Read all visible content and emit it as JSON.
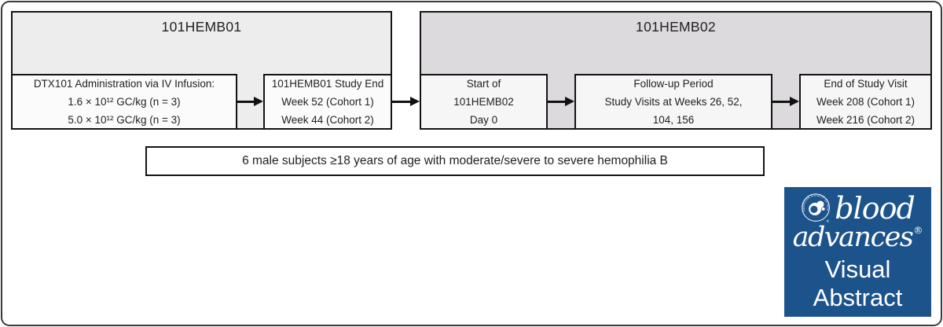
{
  "colors": {
    "frame_border": "#3a3a3a",
    "box_border": "#141414",
    "study1_fill": "#eeedee",
    "study2_fill": "#dcdadc",
    "node_fill_left": "#fbfbfb",
    "node_fill_right": "#f7f6f7",
    "population_fill": "#ffffff",
    "logo_blue": "#1d538b",
    "logo_text": "#ffffff"
  },
  "diagram": {
    "study1": {
      "title": "101HEMB01",
      "dose_box": {
        "lines": [
          "DTX101 Administration via IV Infusion:",
          "1.6 × 10¹² GC/kg (n = 3)",
          "5.0 × 10¹² GC/kg (n = 3)"
        ]
      },
      "end_box": {
        "lines": [
          "101HEMB01 Study End",
          "Week 52 (Cohort 1)",
          "Week 44 (Cohort 2)"
        ]
      }
    },
    "study2": {
      "title": "101HEMB02",
      "start_box": {
        "lines": [
          "Start of",
          "101HEMB02",
          "Day 0"
        ]
      },
      "followup_box": {
        "lines": [
          "Follow-up Period",
          "Study Visits at Weeks 26, 52,",
          "104, 156"
        ]
      },
      "end_box": {
        "lines": [
          "End of Study Visit",
          "Week 208 (Cohort 1)",
          "Week 216 (Cohort 2)"
        ]
      }
    },
    "population": "6 male subjects ≥18 years of age with moderate/severe to severe hemophilia B"
  },
  "logo": {
    "journal_word1": "blood",
    "journal_word2": "advances",
    "registered_mark": "®",
    "label_line1": "Visual",
    "label_line2": "Abstract",
    "emblem_ring_text": "AMERICAN SOCIETY OF HEMATOLOGY"
  }
}
